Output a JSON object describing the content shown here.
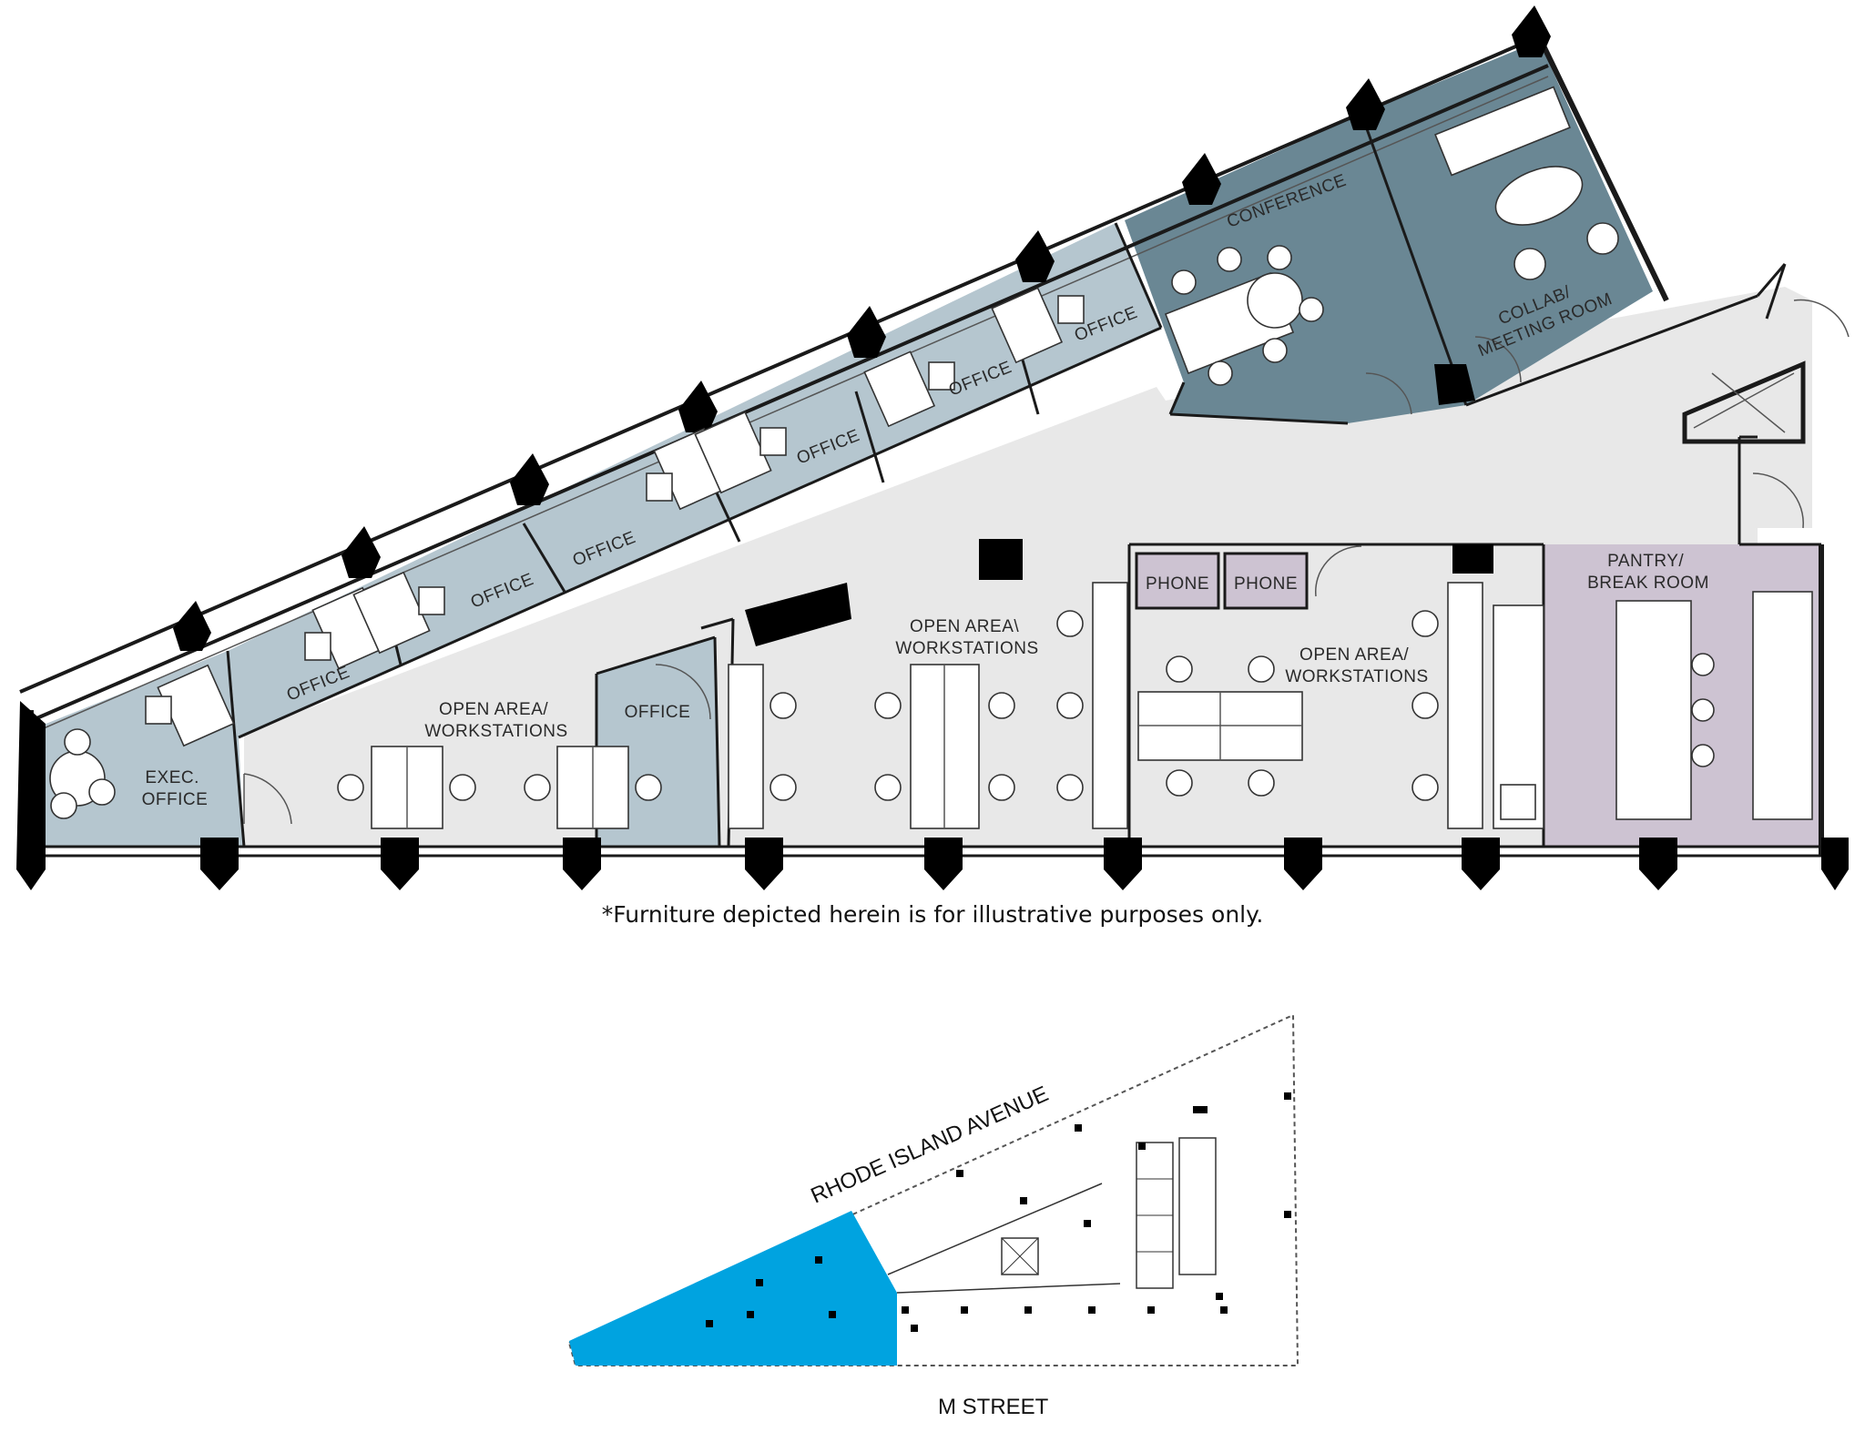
{
  "rooms": {
    "exec_office": "EXEC.\nOFFICE",
    "office_1": "OFFICE",
    "office_2": "OFFICE",
    "office_3": "OFFICE",
    "office_4": "OFFICE",
    "office_5": "OFFICE",
    "office_6": "OFFICE",
    "office_7": "OFFICE",
    "office_inner": "OFFICE",
    "conference": "CONFERENCE",
    "collab": "COLLAB/\nMEETING ROOM",
    "open_area_1": "OPEN AREA/\nWORKSTATIONS",
    "open_area_2": "OPEN AREA\\\nWORKSTATIONS",
    "open_area_3": "OPEN AREA/\nWORKSTATIONS",
    "phone_1": "PHONE",
    "phone_2": "PHONE",
    "pantry": "PANTRY/\nBREAK ROOM"
  },
  "disclaimer": "*Furniture depicted herein is for illustrative purposes only.",
  "keyplan": {
    "street_north": "RHODE ISLAND AVENUE",
    "street_south": "M STREET"
  },
  "colors": {
    "office_fill": "#b5c6cf",
    "conference_fill": "#6a8794",
    "open_fill": "#e8e8e8",
    "pantry_fill": "#cdc3d2",
    "phone_fill": "#cdc3d2",
    "highlight": "#00a3e0",
    "wall": "#1a1a1a"
  }
}
